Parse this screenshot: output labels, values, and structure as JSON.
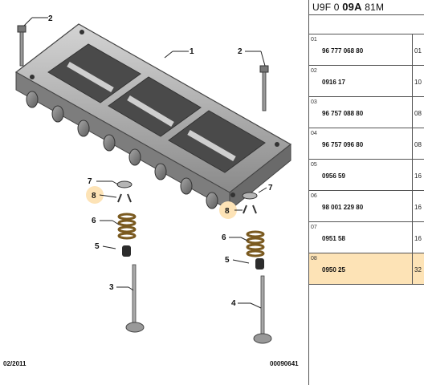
{
  "header": {
    "code_prefix": "U9F 0 ",
    "code_bold": "09A",
    "code_suffix": " 81M"
  },
  "parts": [
    {
      "index": "01",
      "reference": "96 777 068 80",
      "qty": "01"
    },
    {
      "index": "02",
      "reference": "0916 17",
      "qty": "10"
    },
    {
      "index": "03",
      "reference": "96 757 088 80",
      "qty": "08"
    },
    {
      "index": "04",
      "reference": "96 757 096 80",
      "qty": "08"
    },
    {
      "index": "05",
      "reference": "0956 59",
      "qty": "16"
    },
    {
      "index": "06",
      "reference": "98 001 229 80",
      "qty": "16"
    },
    {
      "index": "07",
      "reference": "0951 58",
      "qty": "16"
    },
    {
      "index": "08",
      "reference": "0950 25",
      "qty": "32"
    }
  ],
  "highlight_color": "#fde3b6",
  "callouts": [
    "1",
    "2",
    "2",
    "3",
    "4",
    "5",
    "5",
    "6",
    "6",
    "7",
    "7",
    "8",
    "8"
  ],
  "footer": {
    "date": "02/2011",
    "doc_number": "00090641"
  }
}
